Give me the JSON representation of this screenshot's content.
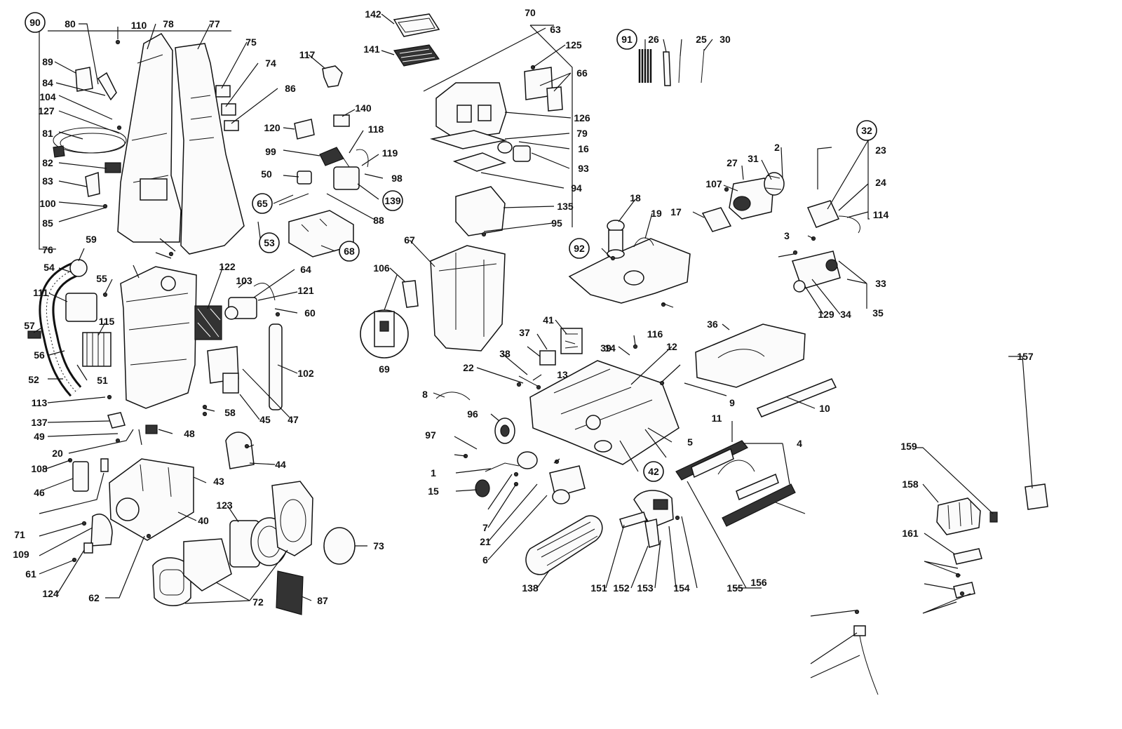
{
  "figure": "exploded-parts-diagram",
  "callouts": [
    {
      "id": "90",
      "circled": true
    },
    {
      "id": "110"
    },
    {
      "id": "80"
    },
    {
      "id": "78"
    },
    {
      "id": "77"
    },
    {
      "id": "89"
    },
    {
      "id": "84"
    },
    {
      "id": "104"
    },
    {
      "id": "127"
    },
    {
      "id": "81"
    },
    {
      "id": "82"
    },
    {
      "id": "83"
    },
    {
      "id": "100"
    },
    {
      "id": "85"
    },
    {
      "id": "76"
    },
    {
      "id": "75"
    },
    {
      "id": "74"
    },
    {
      "id": "86"
    },
    {
      "id": "53",
      "circled": true
    },
    {
      "id": "59"
    },
    {
      "id": "54"
    },
    {
      "id": "111"
    },
    {
      "id": "52"
    },
    {
      "id": "55"
    },
    {
      "id": "57"
    },
    {
      "id": "56"
    },
    {
      "id": "115"
    },
    {
      "id": "51"
    },
    {
      "id": "113"
    },
    {
      "id": "137"
    },
    {
      "id": "49"
    },
    {
      "id": "20"
    },
    {
      "id": "108"
    },
    {
      "id": "46"
    },
    {
      "id": "71"
    },
    {
      "id": "109"
    },
    {
      "id": "61"
    },
    {
      "id": "124"
    },
    {
      "id": "62"
    },
    {
      "id": "122"
    },
    {
      "id": "103"
    },
    {
      "id": "64"
    },
    {
      "id": "121"
    },
    {
      "id": "60"
    },
    {
      "id": "102"
    },
    {
      "id": "58"
    },
    {
      "id": "45"
    },
    {
      "id": "47"
    },
    {
      "id": "48"
    },
    {
      "id": "44"
    },
    {
      "id": "43"
    },
    {
      "id": "40"
    },
    {
      "id": "123"
    },
    {
      "id": "73"
    },
    {
      "id": "72"
    },
    {
      "id": "87"
    },
    {
      "id": "142"
    },
    {
      "id": "141"
    },
    {
      "id": "117"
    },
    {
      "id": "140"
    },
    {
      "id": "120"
    },
    {
      "id": "118"
    },
    {
      "id": "99"
    },
    {
      "id": "119"
    },
    {
      "id": "50"
    },
    {
      "id": "98"
    },
    {
      "id": "65",
      "circled": true
    },
    {
      "id": "88"
    },
    {
      "id": "139",
      "circled": true
    },
    {
      "id": "68",
      "circled": true
    },
    {
      "id": "67"
    },
    {
      "id": "106"
    },
    {
      "id": "69"
    },
    {
      "id": "70"
    },
    {
      "id": "63"
    },
    {
      "id": "125"
    },
    {
      "id": "66"
    },
    {
      "id": "126"
    },
    {
      "id": "79"
    },
    {
      "id": "16"
    },
    {
      "id": "93"
    },
    {
      "id": "94"
    },
    {
      "id": "135"
    },
    {
      "id": "95"
    },
    {
      "id": "91",
      "circled": true
    },
    {
      "id": "26"
    },
    {
      "id": "25"
    },
    {
      "id": "30"
    },
    {
      "id": "32",
      "circled": true
    },
    {
      "id": "23"
    },
    {
      "id": "24"
    },
    {
      "id": "114"
    },
    {
      "id": "27"
    },
    {
      "id": "31"
    },
    {
      "id": "2"
    },
    {
      "id": "107"
    },
    {
      "id": "17"
    },
    {
      "id": "18"
    },
    {
      "id": "19"
    },
    {
      "id": "92",
      "circled": true
    },
    {
      "id": "3"
    },
    {
      "id": "33"
    },
    {
      "id": "34"
    },
    {
      "id": "129"
    },
    {
      "id": "35"
    },
    {
      "id": "36"
    },
    {
      "id": "41"
    },
    {
      "id": "37"
    },
    {
      "id": "22"
    },
    {
      "id": "38"
    },
    {
      "id": "39"
    },
    {
      "id": "116"
    },
    {
      "id": "12"
    },
    {
      "id": "13"
    },
    {
      "id": "8"
    },
    {
      "id": "96"
    },
    {
      "id": "97"
    },
    {
      "id": "1"
    },
    {
      "id": "15"
    },
    {
      "id": "7"
    },
    {
      "id": "21"
    },
    {
      "id": "6"
    },
    {
      "id": "138"
    },
    {
      "id": "14"
    },
    {
      "id": "9"
    },
    {
      "id": "10"
    },
    {
      "id": "11"
    },
    {
      "id": "4"
    },
    {
      "id": "5"
    },
    {
      "id": "42",
      "circled": true
    },
    {
      "id": "151"
    },
    {
      "id": "152"
    },
    {
      "id": "153"
    },
    {
      "id": "154"
    },
    {
      "id": "155"
    },
    {
      "id": "156"
    },
    {
      "id": "157"
    },
    {
      "id": "159"
    },
    {
      "id": "158"
    },
    {
      "id": "161"
    }
  ]
}
